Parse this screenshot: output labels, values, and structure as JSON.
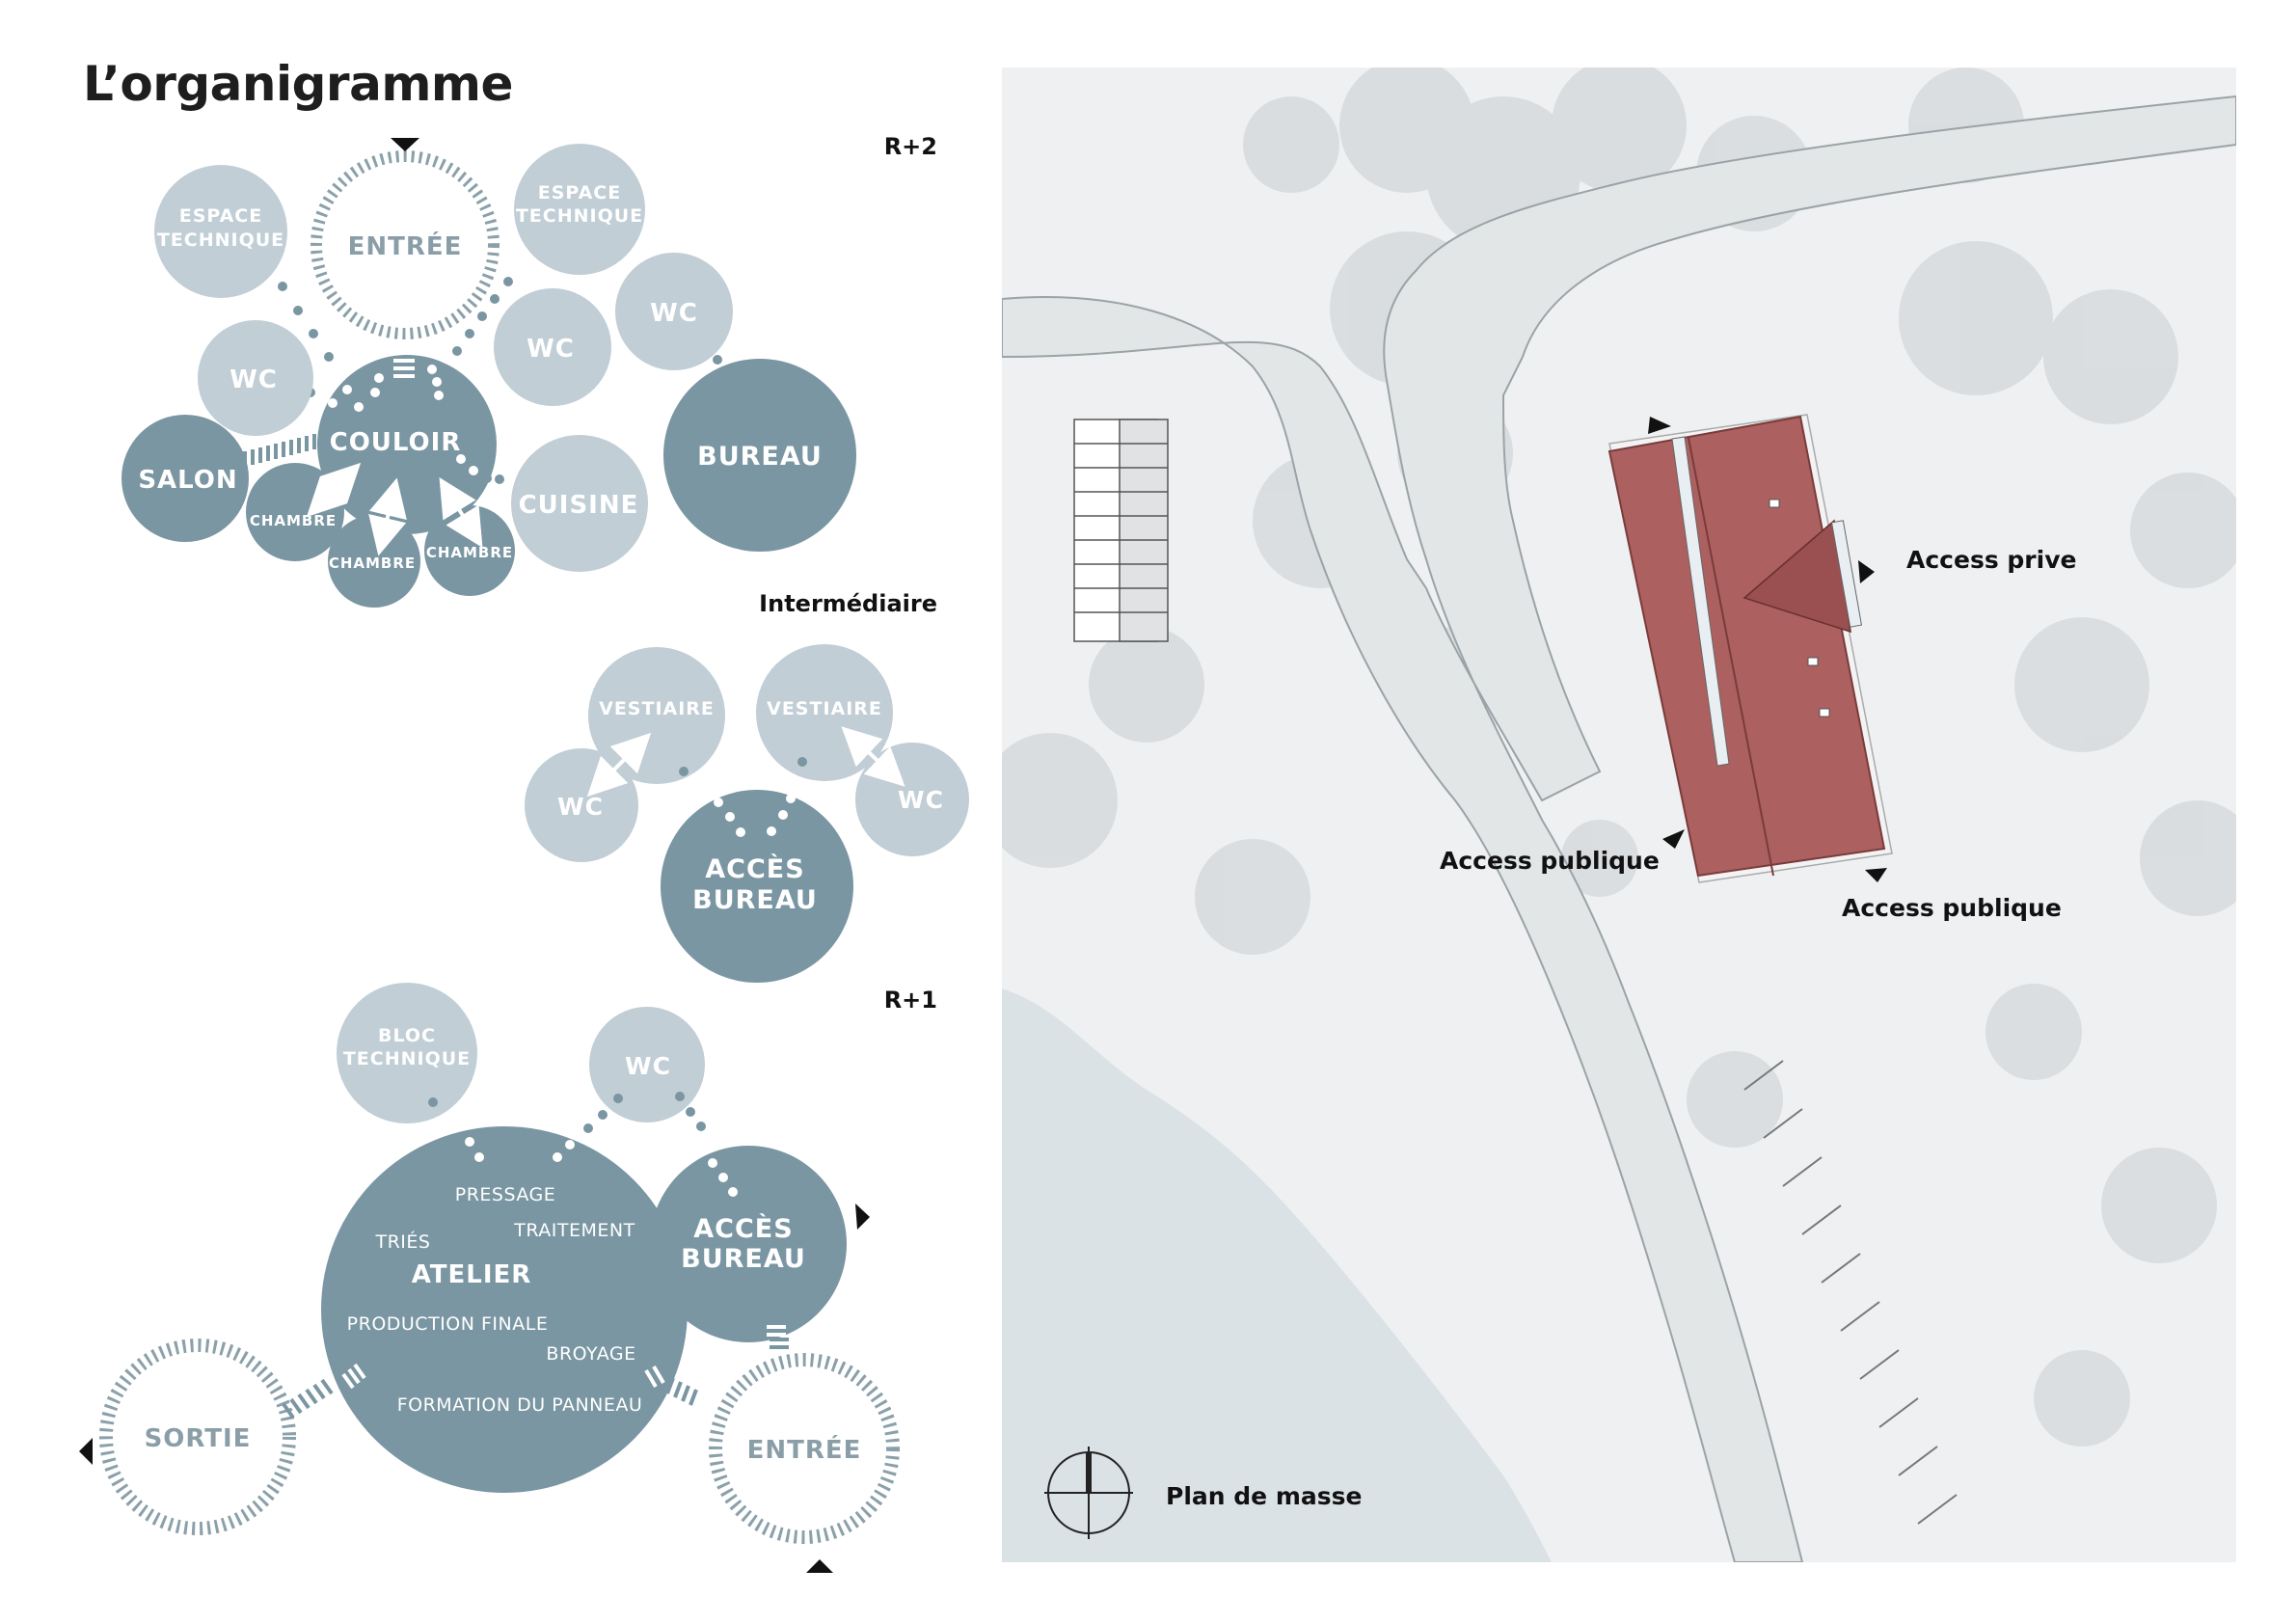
{
  "title": "L’organigramme",
  "levels": {
    "r2": "R+2",
    "intermediate": "Intermédiaire",
    "r1": "R+1"
  },
  "r2": {
    "espace_technique_left": [
      "ESPACE",
      "TECHNIQUE"
    ],
    "entree": "ENTRÉE",
    "espace_technique_right": [
      "ESPACE",
      "TECHNIQUE"
    ],
    "wc_left": "WC",
    "wc_mid": "WC",
    "wc_right": "WC",
    "couloir": "COULOIR",
    "salon": "SALON",
    "cuisine": "CUISINE",
    "bureau": "BUREAU",
    "chambre_1": "CHAMBRE",
    "chambre_2": "CHAMBRE",
    "chambre_3": "CHAMBRE"
  },
  "intermediate": {
    "vestiaire_left": "VESTIAIRE",
    "vestiaire_right": "VESTIAIRE",
    "wc_left": "WC",
    "wc_right": "WC",
    "acces_bureau": [
      "ACCÈS",
      "BUREAU"
    ]
  },
  "r1": {
    "bloc_technique": [
      "BLOC",
      "TECHNIQUE"
    ],
    "wc": "WC",
    "atelier": "ATELIER",
    "pressage": "PRESSAGE",
    "traitement": "TRAITEMENT",
    "tries": "TRIÉS",
    "production_finale": "PRODUCTION FINALE",
    "broyage": "BROYAGE",
    "formation": "FORMATION DU PANNEAU",
    "acces_bureau": [
      "ACCÈS",
      "BUREAU"
    ],
    "sortie": "SORTIE",
    "entree": "ENTRÉE"
  },
  "site_plan": {
    "access_prive": "Access prive",
    "access_publique_left": "Access publique",
    "access_publique_right": "Access publique",
    "caption": "Plan de masse"
  },
  "colors": {
    "dark": "#7a96a2",
    "light": "#c1ced5",
    "ring": "#8aa0aa",
    "roof": "#ac6060",
    "water": "#dbe2e6",
    "ground": "#eef0f1"
  }
}
